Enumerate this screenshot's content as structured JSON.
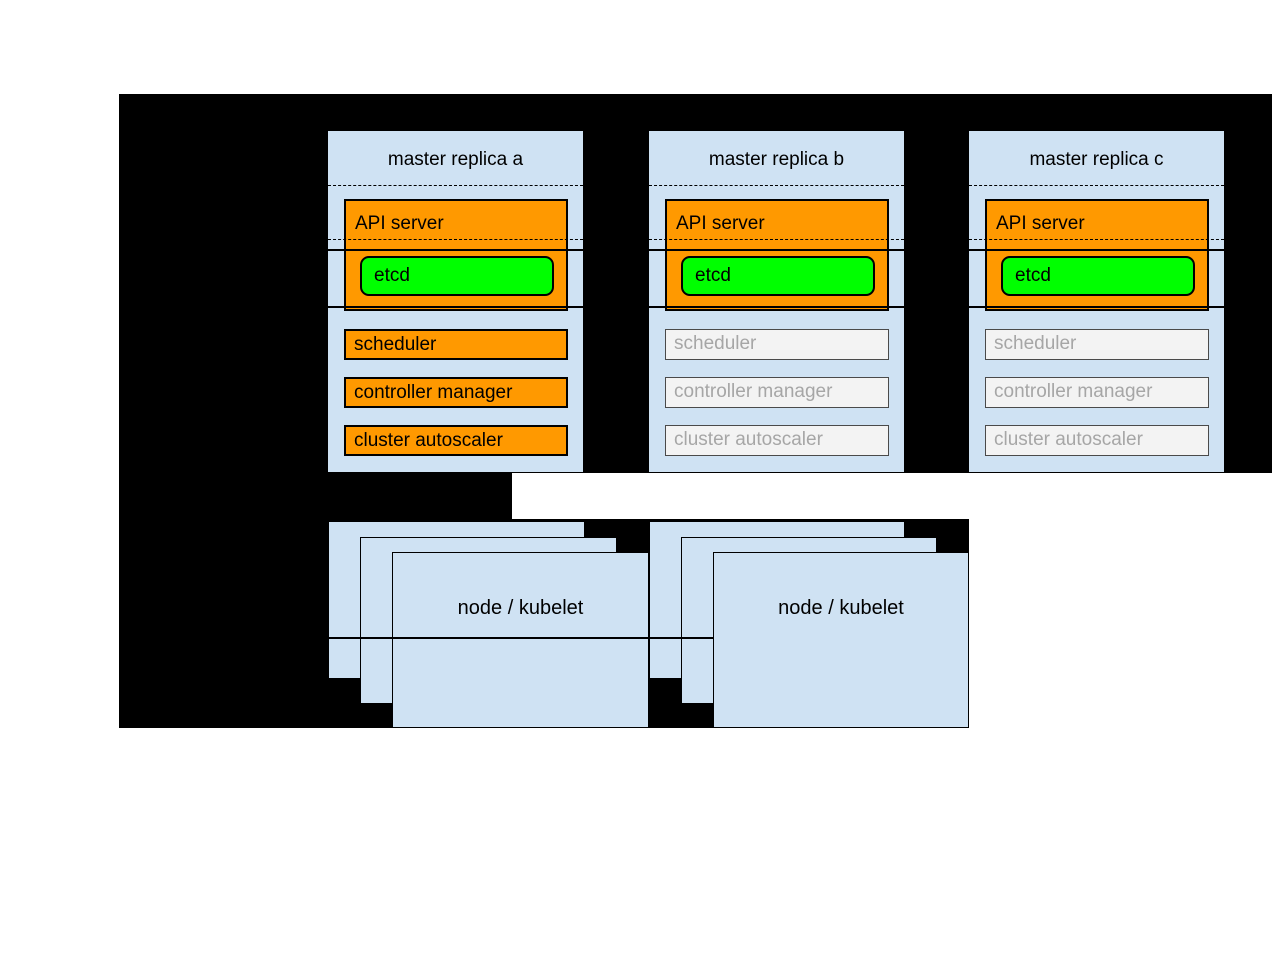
{
  "colors": {
    "canvas_black": "#000000",
    "box_blue": "#cfe2f3",
    "active_orange": "#ff9900",
    "etcd_green": "#00ff00",
    "standby_fill": "#f3f3f3",
    "standby_text": "#a6a6a6",
    "border": "#000000"
  },
  "master_replicas": [
    {
      "title": "master replica a",
      "state": "active",
      "api_server_label": "API server",
      "etcd_label": "etcd",
      "scheduler_label": "scheduler",
      "controller_manager_label": "controller manager",
      "cluster_autoscaler_label": "cluster autoscaler"
    },
    {
      "title": "master replica b",
      "state": "standby",
      "api_server_label": "API server",
      "etcd_label": "etcd",
      "scheduler_label": "scheduler",
      "controller_manager_label": "controller manager",
      "cluster_autoscaler_label": "cluster autoscaler"
    },
    {
      "title": "master replica c",
      "state": "standby",
      "api_server_label": "API server",
      "etcd_label": "etcd",
      "scheduler_label": "scheduler",
      "controller_manager_label": "controller manager",
      "cluster_autoscaler_label": "cluster autoscaler"
    }
  ],
  "node_stacks": [
    {
      "front_label": "node / kubelet"
    },
    {
      "front_label": "node / kubelet"
    }
  ]
}
